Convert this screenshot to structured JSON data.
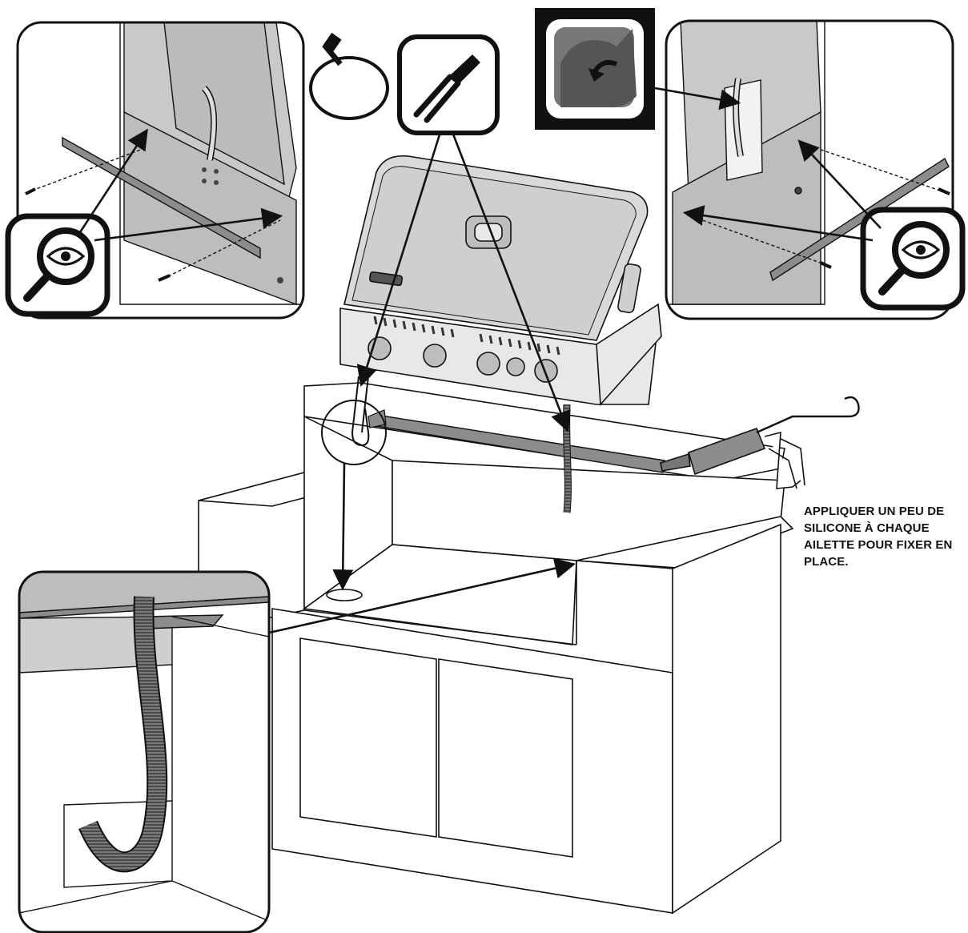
{
  "instruction": {
    "lines": [
      "APPLIQUER UN PEU DE",
      "SILICONE À CHAQUE",
      "AILETTE POUR FIXER EN",
      "PLACE."
    ]
  },
  "icons": {
    "cable_tie": "cable-tie-icon",
    "pliers": "pliers-icon",
    "peel_adhesive": "peel-adhesive-icon",
    "inspect_left": "magnifier-eye-icon",
    "inspect_right": "magnifier-eye-icon",
    "caulking_gun": "caulking-gun-icon"
  },
  "colors": {
    "line": "#111111",
    "panel_fill": "#d9d9d9",
    "panel_dark": "#a8a8a8",
    "strip_fill": "#8c8c8c",
    "hose": "#6e6e6e"
  }
}
